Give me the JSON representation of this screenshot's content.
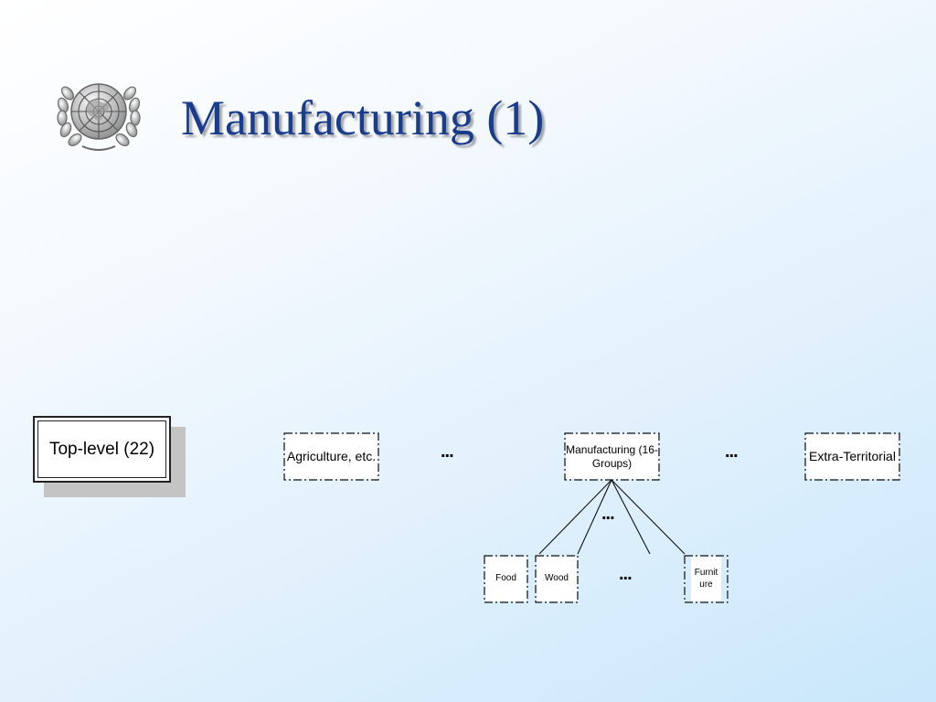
{
  "slide": {
    "title": "Manufacturing (1)",
    "logo_icon": "united-nations-emblem"
  },
  "diagram": {
    "top_level": "Top-level (22)",
    "sections": [
      {
        "label": "Agriculture, etc."
      },
      {
        "label": "Manufacturing (16-Groups)"
      },
      {
        "label": "Extra-Territorial"
      }
    ],
    "groups": [
      {
        "label": "Food"
      },
      {
        "label": "Wood"
      },
      {
        "label": "Furnit ure"
      }
    ],
    "ellipsis": "..."
  },
  "colors": {
    "title": "#1a3c8c",
    "background_start": "#ffffff",
    "background_end": "#c9e7fb",
    "border": "#222222"
  }
}
